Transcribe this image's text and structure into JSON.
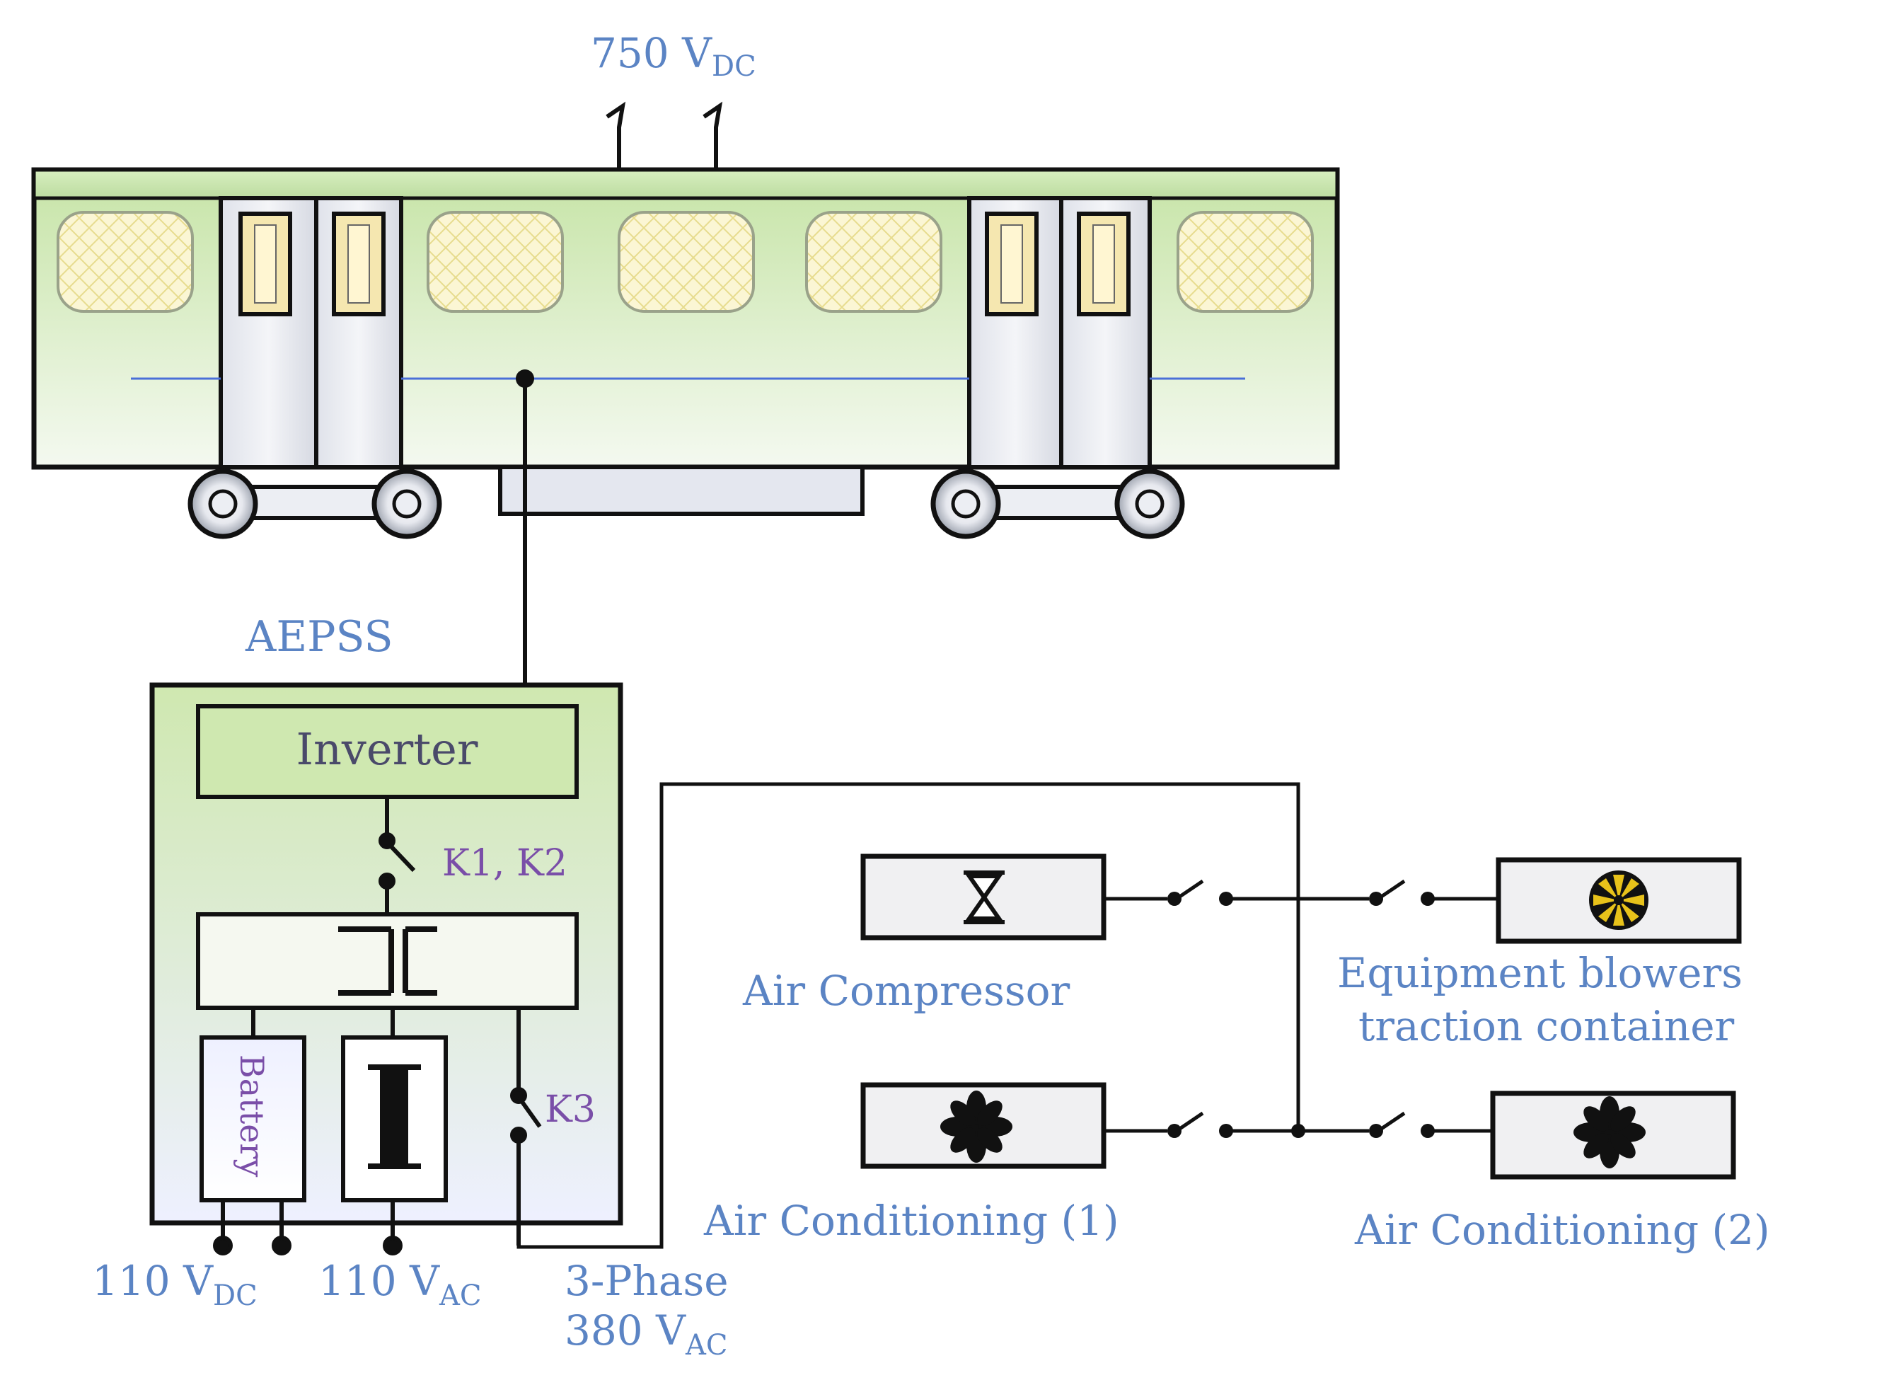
{
  "labels": {
    "catenary": {
      "main": "750 V",
      "sub": "DC"
    },
    "aepss": "AEPSS",
    "inverter": "Inverter",
    "k1k2": "K1, K2",
    "k3": "K3",
    "battery": "Battery",
    "out_dc": {
      "main": "110 V",
      "sub": "DC"
    },
    "out_ac": {
      "main": "110 V",
      "sub": "AC"
    },
    "out_3ph_line1": "3-Phase",
    "out_3ph_line2": {
      "main": "380 V",
      "sub": "AC"
    },
    "air_compressor": "Air Compressor",
    "blowers_line1": "Equipment blowers",
    "blowers_line2": "traction container",
    "ac1": "Air Conditioning (1)",
    "ac2": "Air Conditioning (2)"
  },
  "icons": {
    "compressor": "hourglass-valve-icon",
    "blower": "yellow-fan-icon",
    "ac1": "fan-icon",
    "ac2": "fan-icon"
  },
  "colors": {
    "train_body_top": "#c6e4a6",
    "train_body_bottom": "#f2f8ee",
    "aepss_top": "#cfe8b0",
    "aepss_bottom": "#eef0ff",
    "inverter_fill": "#cfe8b0",
    "label_blue": "#5b84c4",
    "label_purple": "#7a4ea8",
    "bus_line": "#4a6fd8",
    "fan_yellow": "#e8c21a"
  }
}
